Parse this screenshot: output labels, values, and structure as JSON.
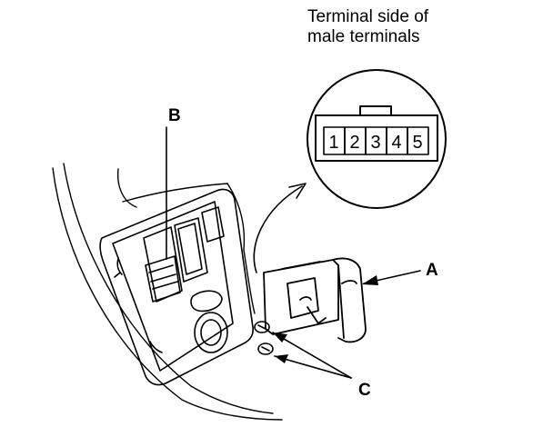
{
  "caption": {
    "line1": "Terminal side of",
    "line2": "male terminals"
  },
  "connector": {
    "pins": [
      "1",
      "2",
      "3",
      "4",
      "5"
    ]
  },
  "callouts": {
    "a": "A",
    "b": "B",
    "c": "C"
  },
  "colors": {
    "ink": "#000000",
    "paper": "#ffffff"
  }
}
